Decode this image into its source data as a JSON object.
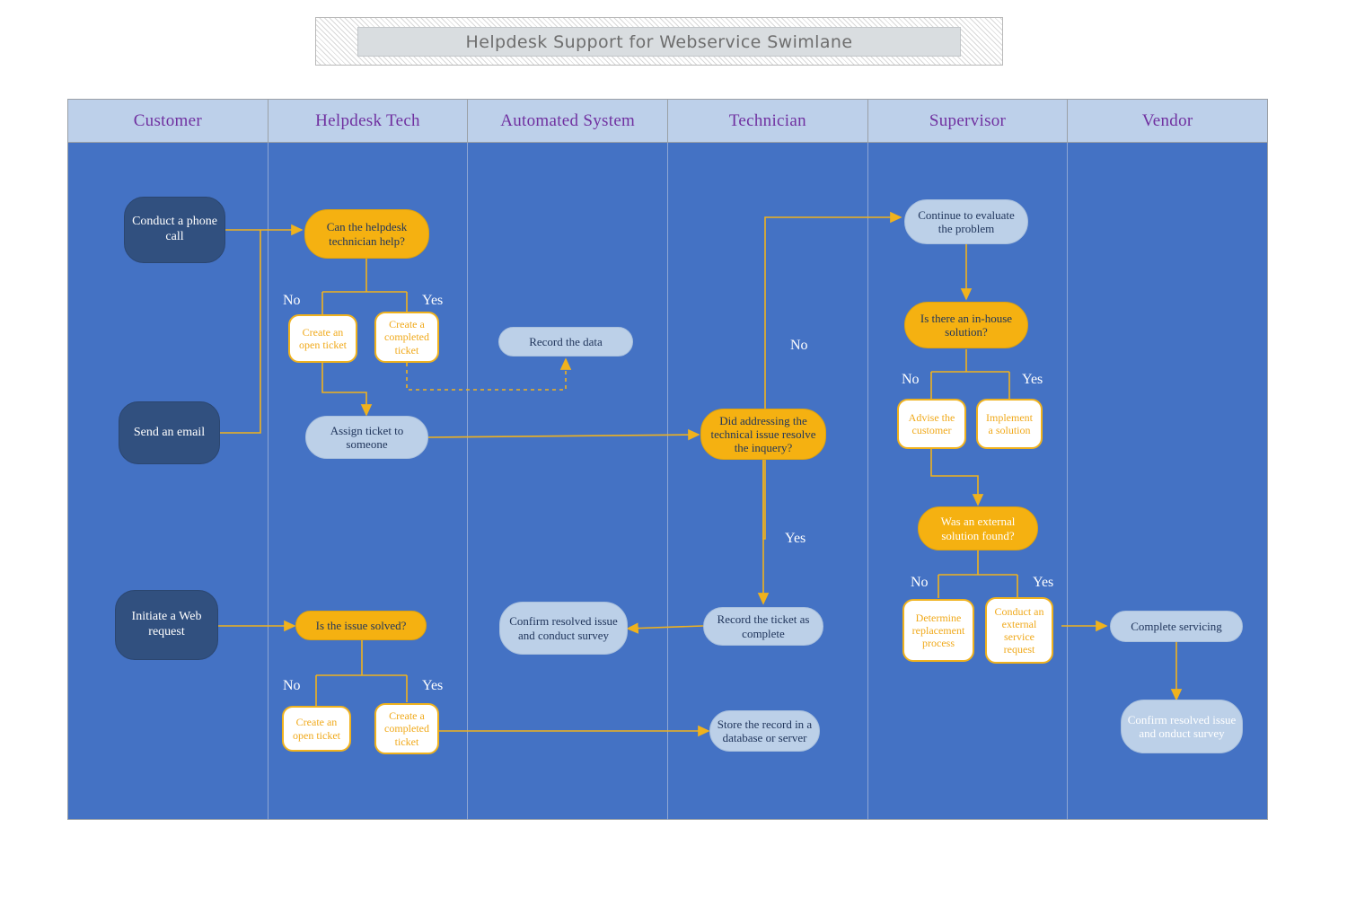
{
  "title": {
    "text": "Helpdesk Support for Webservice Swimlane"
  },
  "lanes": [
    {
      "id": "customer",
      "label": "Customer"
    },
    {
      "id": "helpdesk",
      "label": "Helpdesk Tech"
    },
    {
      "id": "automated",
      "label": "Automated System"
    },
    {
      "id": "technician",
      "label": "Technician"
    },
    {
      "id": "supervisor",
      "label": "Supervisor"
    },
    {
      "id": "vendor",
      "label": "Vendor"
    }
  ],
  "colors": {
    "lane_body": "#4472c4",
    "lane_header": "#bdd0ea",
    "lane_header_text": "#7030a0",
    "start_node": "#31507f",
    "decision_node": "#f5b111",
    "process_node": "#bcd0e8",
    "ticket_node": "#ffffff",
    "ticket_border": "#f0b21d",
    "connector": "#f0b21d",
    "node_text_dark": "#21365c",
    "node_text_white": "#ffffff"
  },
  "nodes": {
    "conduct_phone_call": {
      "label": "Conduct a phone call",
      "lane": "customer"
    },
    "send_an_email": {
      "label": "Send an email",
      "lane": "customer"
    },
    "initiate_web_request": {
      "label": "Initiate a Web request",
      "lane": "customer"
    },
    "can_helpdesk_help": {
      "label": "Can the helpdesk technician help?",
      "lane": "helpdesk"
    },
    "create_open_ticket_1": {
      "label": "Create an open ticket",
      "lane": "helpdesk"
    },
    "create_completed_ticket_1": {
      "label": "Create a completed ticket",
      "lane": "helpdesk"
    },
    "assign_ticket": {
      "label": "Assign ticket to someone",
      "lane": "helpdesk"
    },
    "is_issue_solved": {
      "label": "Is the issue solved?",
      "lane": "helpdesk"
    },
    "create_open_ticket_2": {
      "label": "Create an open ticket",
      "lane": "helpdesk"
    },
    "create_completed_ticket_2": {
      "label": "Create a completed ticket",
      "lane": "helpdesk"
    },
    "record_the_data": {
      "label": "Record the data",
      "lane": "automated"
    },
    "confirm_resolved_survey": {
      "label": "Confirm resolved issue and conduct survey",
      "lane": "automated"
    },
    "did_addressing_resolve": {
      "label": "Did addressing the technical issue resolve the inquery?",
      "lane": "technician"
    },
    "record_ticket_complete": {
      "label": "Record the ticket as complete",
      "lane": "technician"
    },
    "store_record_database": {
      "label": "Store the record in a database or server",
      "lane": "technician"
    },
    "continue_evaluate": {
      "label": "Continue to evaluate the problem",
      "lane": "supervisor"
    },
    "is_inhouse_solution": {
      "label": "Is there an in-house solution?",
      "lane": "supervisor"
    },
    "advise_customer": {
      "label": "Advise the customer",
      "lane": "supervisor"
    },
    "implement_solution": {
      "label": "Implement a solution",
      "lane": "supervisor"
    },
    "was_external_found": {
      "label": "Was an external solution found?",
      "lane": "supervisor"
    },
    "determine_replacement": {
      "label": "Determine replacement process",
      "lane": "supervisor"
    },
    "conduct_external_request": {
      "label": "Conduct an external service request",
      "lane": "supervisor"
    },
    "complete_servicing": {
      "label": "Complete servicing",
      "lane": "vendor"
    },
    "confirm_resolved_onduct": {
      "label": "Confirm resolved issue and onduct survey",
      "lane": "vendor"
    }
  },
  "branch_labels": {
    "helpdesk_no": "No",
    "helpdesk_yes": "Yes",
    "technician_no": "No",
    "technician_yes": "Yes",
    "inhouse_no": "No",
    "inhouse_yes": "Yes",
    "external_no": "No",
    "external_yes": "Yes",
    "solved_no": "No",
    "solved_yes": "Yes"
  }
}
